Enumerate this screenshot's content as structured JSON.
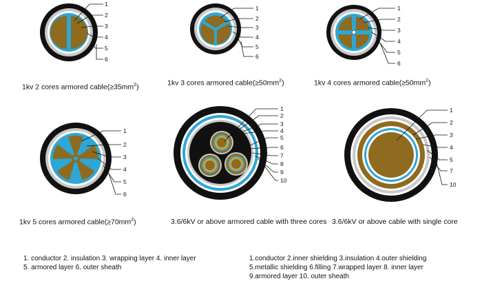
{
  "colors": {
    "sheath": "#111111",
    "armor": "#c8c8c8",
    "insulation": "#2ea6d6",
    "conductor": "#8e6b1e",
    "leader": "#111111"
  },
  "cables": [
    {
      "id": "two-core",
      "caption_main": "1kv 2 cores armored cable(≥35mm",
      "caption_sup": "2",
      "caption_end": ")",
      "labels": [
        "1",
        "2",
        "3",
        "4",
        "5",
        "6"
      ]
    },
    {
      "id": "three-core",
      "caption_main": "1kv 3 cores armored cable(≥50mm",
      "caption_sup": "2",
      "caption_end": ")",
      "labels": [
        "1",
        "2",
        "3",
        "4",
        "5",
        "6"
      ]
    },
    {
      "id": "four-core",
      "caption_main": "1kv 4 cores armored cable(≥50mm",
      "caption_sup": "2",
      "caption_end": ")",
      "labels": [
        "1",
        "2",
        "3",
        "4",
        "5",
        "6"
      ]
    },
    {
      "id": "five-core",
      "caption_main": "1kv 5 cores armored cable(≥70mm",
      "caption_sup": "2",
      "caption_end": ")",
      "labels": [
        "1",
        "2",
        "3",
        "4",
        "5",
        "6"
      ]
    },
    {
      "id": "mv-three-core",
      "caption_main": "3.6/6kV or above armored cable with three cores",
      "caption_sup": "",
      "caption_end": "",
      "labels": [
        "1",
        "2",
        "3",
        "4",
        "5",
        "6",
        "7",
        "8",
        "9",
        "10"
      ]
    },
    {
      "id": "mv-single-core",
      "caption_main": "3.6/6kV or above cable with single core",
      "caption_sup": "",
      "caption_end": "",
      "labels": [
        "1",
        "2",
        "3",
        "4",
        "5",
        "7",
        "10"
      ]
    }
  ],
  "legend_left": {
    "line1": "1. conductor 2. insulation 3. wrapping layer 4. inner layer",
    "line2": "5. armored layer 6. outer sheath"
  },
  "legend_right": {
    "line1": "1.conductor   2.inner shielding   3.insulation   4.outer shielding",
    "line2": "5.metallic shielding   6.filling   7.wrapped layer   8. inner layer",
    "line3": "9.armored layer   10. outer sheath"
  }
}
